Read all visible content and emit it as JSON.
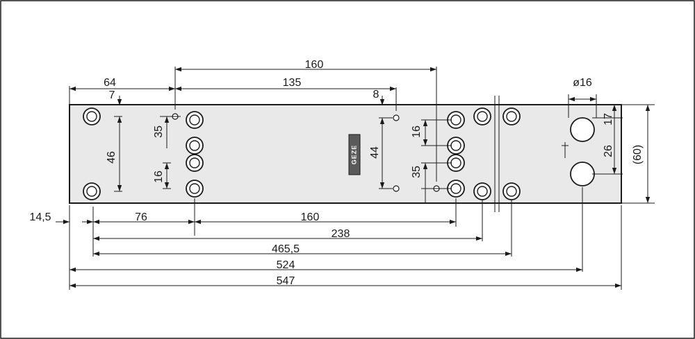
{
  "colors": {
    "plate_fill": "#e9e9e9",
    "line": "#1a1a1a",
    "hole_fill": "#ffffff",
    "logo_fill": "#5a5a5a"
  },
  "logo_text": "GEZE",
  "dimensions": {
    "top_160": "160",
    "top_64": "64",
    "top_135": "135",
    "top_7": "7",
    "top_8": "8",
    "dia_16": "ø16",
    "left_35": "35",
    "left_46": "46",
    "left_16": "16",
    "mid_44": "44",
    "mid_16": "16",
    "mid_35": "35",
    "right_17": "17",
    "right_26": "26",
    "right_60": "(60)",
    "bottom_14_5": "14,5",
    "bottom_76": "76",
    "bottom_160": "160",
    "bottom_238": "238",
    "bottom_465_5": "465,5",
    "bottom_524": "524",
    "bottom_547": "547"
  }
}
